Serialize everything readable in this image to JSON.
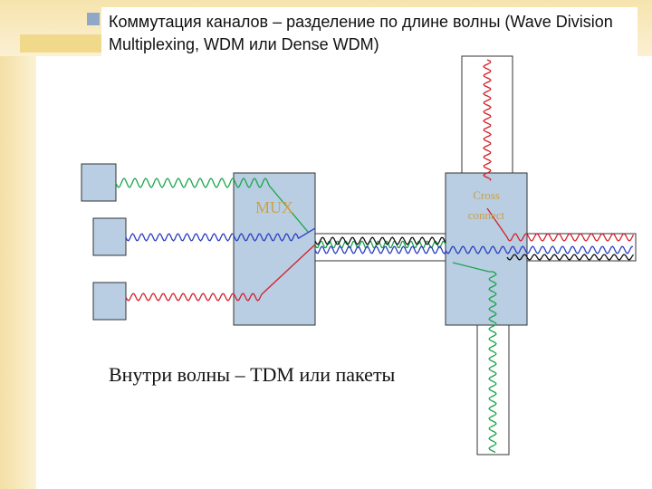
{
  "title": "Коммутация каналов – разделение по длине волны  (Wave Division Multiplexing, WDM или Dense WDM)",
  "caption": "Внутри волны – TDM или пакеты",
  "mux_label": "MUX",
  "switch_label_line1": "Cross",
  "switch_label_line2": "connect",
  "colors": {
    "box_fill": "#b9cde3",
    "box_stroke": "#333333",
    "green": "#1aa64a",
    "blue": "#2a3fbf",
    "red": "#d4202a",
    "black": "#111111",
    "label": "#c8a24a"
  }
}
